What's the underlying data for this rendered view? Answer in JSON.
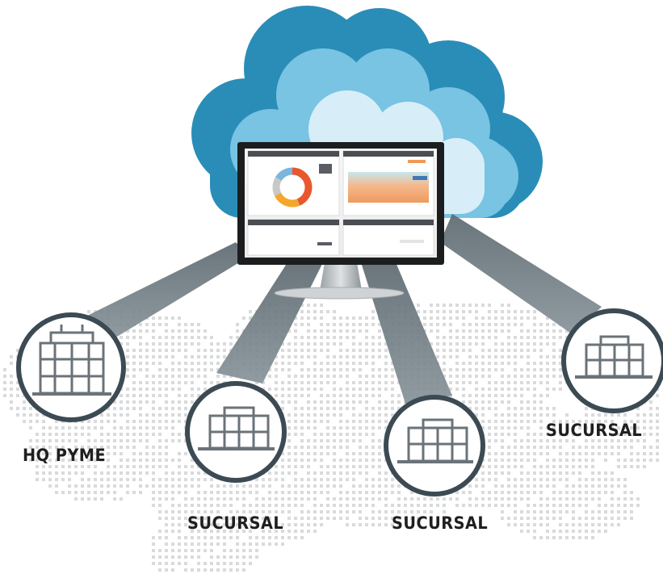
{
  "nodes": [
    {
      "id": "hq",
      "label": "HQ PYME",
      "icon": "office-tower-icon"
    },
    {
      "id": "branch-1",
      "label": "SUCURSAL",
      "icon": "branch-building-icon"
    },
    {
      "id": "branch-2",
      "label": "SUCURSAL",
      "icon": "branch-building-icon"
    },
    {
      "id": "branch-3",
      "label": "SUCURSAL",
      "icon": "branch-building-icon"
    }
  ],
  "center": {
    "icon": "monitor-icon",
    "cloud_icon": "cloud-icon"
  },
  "colors": {
    "cloud_dark": "#2a8db8",
    "cloud_mid": "#79c3e3",
    "cloud_light": "#d7eef8",
    "beam": "#5f6b72",
    "node_ring": "#3c4a53",
    "icon_stroke": "#6b7378",
    "map_dots": "#d9dadb",
    "donut": [
      "#e8572e",
      "#f4a72b",
      "#c8c8c8",
      "#7bb6dc"
    ]
  }
}
